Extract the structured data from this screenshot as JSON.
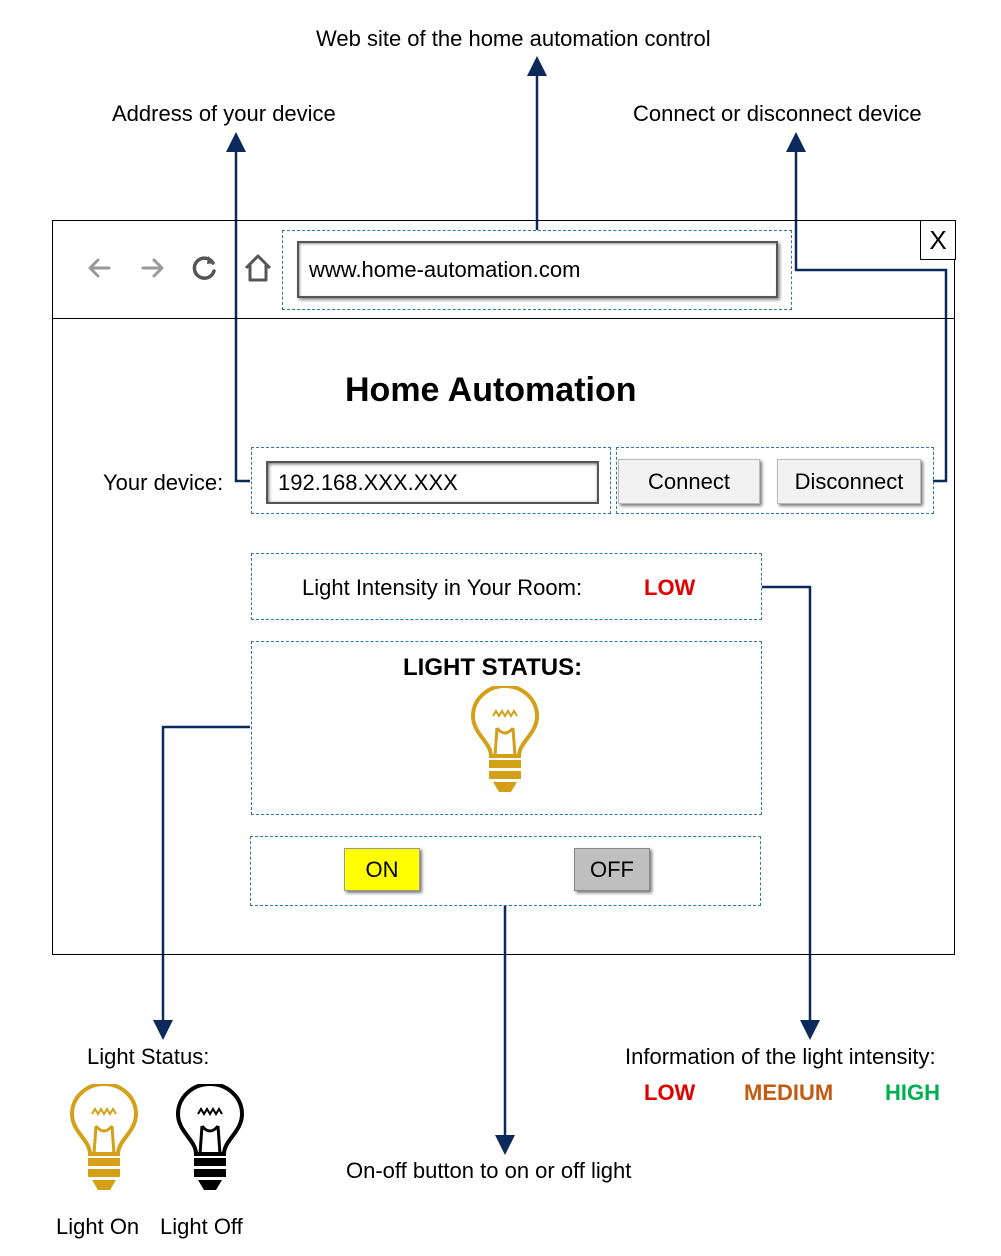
{
  "annotations": {
    "website": "Web site of the home automation control",
    "device_address": "Address of your device",
    "connect_disconnect": "Connect or disconnect device",
    "light_status_title": "Light Status:",
    "light_on": "Light On",
    "light_off": "Light Off",
    "on_off_button": "On-off button to on or off light",
    "intensity_info": "Information of the light intensity:",
    "intensity_levels": [
      "LOW",
      "MEDIUM",
      "HIGH"
    ]
  },
  "browser": {
    "url": "www.home-automation.com",
    "close_label": "X"
  },
  "app": {
    "title": "Home Automation",
    "device_label": "Your device:",
    "device_ip": "192.168.XXX.XXX",
    "connect_label": "Connect",
    "disconnect_label": "Disconnect",
    "intensity_label": "Light Intensity in Your Room:",
    "intensity_value": "LOW",
    "light_status_label": "LIGHT STATUS:",
    "on_label": "ON",
    "off_label": "OFF"
  },
  "colors": {
    "connector": "#0b2a5b",
    "dashed_box": "#2e75b6",
    "bulb_on": "#d4a017",
    "bulb_off": "#000000",
    "low": "#e00000",
    "medium": "#c55a11",
    "high": "#00b050",
    "on_button": "#ffff00",
    "off_button": "#bfbfbf"
  },
  "icons": [
    "back-arrow-icon",
    "forward-arrow-icon",
    "reload-icon",
    "home-icon",
    "light-bulb-on-icon",
    "light-bulb-off-icon"
  ]
}
